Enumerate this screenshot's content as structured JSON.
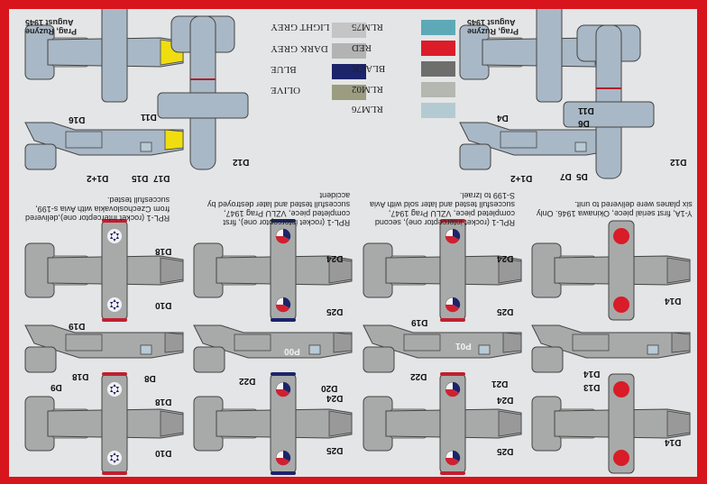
{
  "sheet_title": "Decal placement sheet (printed upside down)",
  "colors": {
    "frame_red": "#d8141c",
    "background": "#e4e5e6",
    "luftwaffe_camo": "#a9b8c6",
    "grey": "#a8aaa9",
    "yellow": "#f0dd10"
  },
  "swatches_left": [
    {
      "name": "LIGHT GREY",
      "color": "#c4c5c4"
    },
    {
      "name": "DARK GREY",
      "color": "#b2b3b2"
    },
    {
      "name": "BLUE",
      "color": "#1c246a"
    },
    {
      "name": "OLIVE",
      "color": "#9c9c80"
    }
  ],
  "swatches_right": [
    {
      "name": "RLM75",
      "color": "#5ea9b8"
    },
    {
      "name": "RED",
      "color": "#dc1c28"
    },
    {
      "name": "BLACK",
      "color": "#6e6f6c"
    },
    {
      "name": "RLM02",
      "color": "#b4b8b0"
    },
    {
      "name": "RLM76",
      "color": "#b4cad2"
    }
  ],
  "location_captions": [
    "Prag, Ruzyne\nAugust 1945",
    "Prag, Ruzyne\nAugust 1945"
  ],
  "captions": [
    "RPL-1 (rocket interceptor one),delivered\nfrom Czechoslovakia with Avia s-199,\nsuccesfull tested.",
    "RPL-1 (rocket interceptor one), first\ncompleted piece, VZLU Prag 1947,\nsuccesfull tested and later destroyed by\naccident",
    "RPL-1 (rocket interceptor one), second\ncompleted piece, VZLU Prag 1947,\nsuccesfull tested and later sold with Avia\nS-199 to Izrael.",
    "Y-1A, first serial piece, Okinawa 1946. Only\nsix planes were delivered to unit."
  ],
  "decal_labels": {
    "top_left": [
      "D11",
      "D16",
      "D1+2",
      "D15",
      "D17",
      "D12"
    ],
    "top_right": [
      "D11",
      "D4",
      "D6",
      "D1+2",
      "D7",
      "D5",
      "D12"
    ],
    "israel": [
      "D18",
      "D10",
      "D19",
      "D18",
      "D9",
      "D8",
      "D18",
      "D10"
    ],
    "czech_first": [
      "D24",
      "D25",
      "D22",
      "D20",
      "D24",
      "D25"
    ],
    "czech_second": [
      "D24",
      "D25",
      "D19",
      "D22",
      "D21",
      "D24",
      "D25"
    ],
    "japan": [
      "D14",
      "D14",
      "D13",
      "D14"
    ]
  },
  "codes": [
    "P00",
    "P01"
  ]
}
